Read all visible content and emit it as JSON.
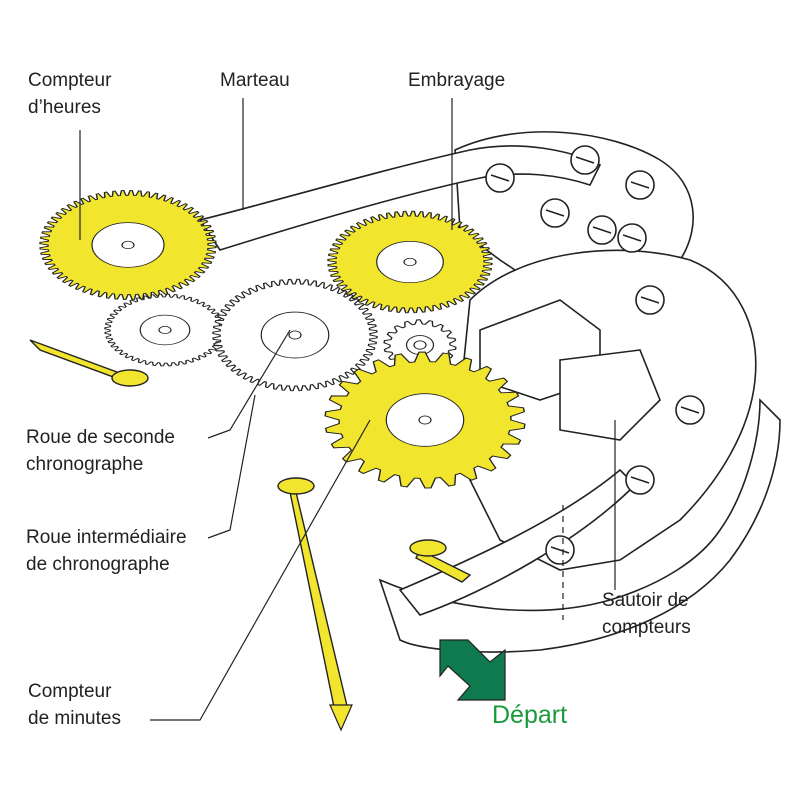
{
  "colors": {
    "yellow": "#f2e52e",
    "green_arrow": "#0f7a4e",
    "start_text": "#1a9a3a",
    "line": "#222222",
    "plate": "#ffffff"
  },
  "labels": {
    "hour_counter": [
      "Compteur",
      "d’heures"
    ],
    "hammer": "Marteau",
    "clutch": "Embrayage",
    "chrono_second_wheel": [
      "Roue de seconde",
      "chronographe"
    ],
    "chrono_intermediate_wheel": [
      "Roue intermédiaire",
      "de chronographe"
    ],
    "minute_counter": [
      "Compteur",
      "de minutes"
    ],
    "counter_jumper": [
      "Sautoir de",
      "compteurs"
    ],
    "start": "Départ"
  }
}
